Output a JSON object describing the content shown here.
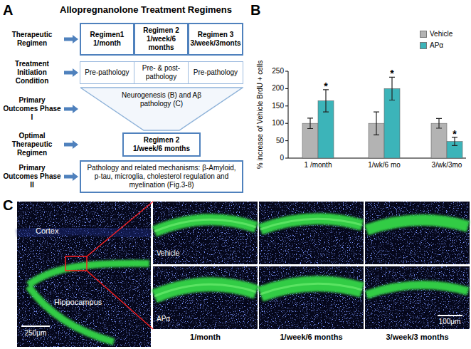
{
  "diagram": {
    "title": "Allopregnanolone Treatment Regimens",
    "nodes": [
      {
        "text": [
          "Regimen1",
          "1/month"
        ]
      },
      {
        "text": [
          "Regimen 2",
          "1/week/6 months"
        ]
      },
      {
        "text": [
          "Regimen 3",
          "3/week/3monts"
        ]
      },
      {
        "text": [
          "Pre-pathology"
        ]
      },
      {
        "text": [
          "Pre- & post-pathology"
        ]
      },
      {
        "text": [
          "Pre-pathology"
        ]
      },
      {
        "text": [
          "Neurogenesis (B) and Aβ pathology (C)"
        ]
      },
      {
        "text": [
          "Regimen 2",
          "1/week/6 months"
        ]
      },
      {
        "text": [
          "Pathology and related mechanisms: β-Amyloid, p-tau, microglia, cholesterol regulation and myelination (Fig.3-8)"
        ]
      }
    ],
    "labels": [
      "A",
      "Therapeutic Regimen",
      "Treatment Initiation Condition",
      "Primary Outcomes Phase I",
      "Optimal Therapeutic Regimen",
      "Primary Outcomes Phase II",
      "B",
      "% increase of Vehicle BrdU + cells",
      "250",
      "200",
      "150",
      "100",
      "50",
      "0",
      "*",
      "*",
      "*",
      "1 /month",
      "1/wk/6 mo",
      "3/wk/3mo",
      "C",
      "Cortex",
      "Hippocampus",
      "250μm",
      "Vehicle",
      "APα",
      "100μm",
      "1/month",
      "1/week/6 months",
      "3/week/3 months"
    ],
    "legend": [
      {
        "text": "Vehicle",
        "color": "#b3b3b3"
      },
      {
        "text": "APα",
        "color": "#3cb4b9"
      }
    ]
  }
}
